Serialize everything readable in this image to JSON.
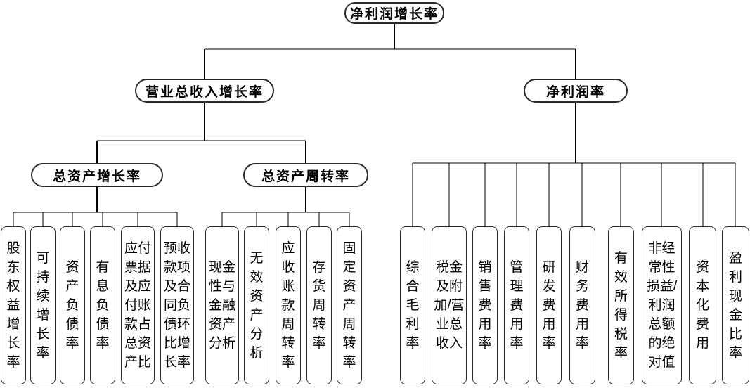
{
  "diagram": {
    "root": "净利润增长率",
    "branches": {
      "revenue_growth": "营业总收入增长率",
      "net_profit_margin": "净利润率"
    },
    "sub_branches": {
      "total_asset_growth": "总资产增长率",
      "total_asset_turnover": "总资产周转率"
    },
    "asset_growth_leaves": [
      "股东权益增长率",
      "可持续增长率",
      "资产负债率",
      "有息负债率",
      "应付票据及应付账款占总资产比",
      "预收款项及合同负债环比增长率"
    ],
    "asset_turnover_leaves": [
      "现金性与金融资产分析",
      "无效资产分析",
      "应收账款周转率",
      "存货周转率",
      "固定资产周转率"
    ],
    "net_margin_leaves": [
      "综合毛利率",
      "税金及附加/营业总收入",
      "销售费用率",
      "管理费用率",
      "研发费用率",
      "财务费用率",
      "有效所得税率",
      "非经常性损益/利润总额的绝对值",
      "资本化费用",
      "盈利现金比率"
    ],
    "colors": {
      "line": "#000000",
      "node_border": "#2b2b2b",
      "node_fill": "#ffffff",
      "text": "#000000"
    }
  }
}
